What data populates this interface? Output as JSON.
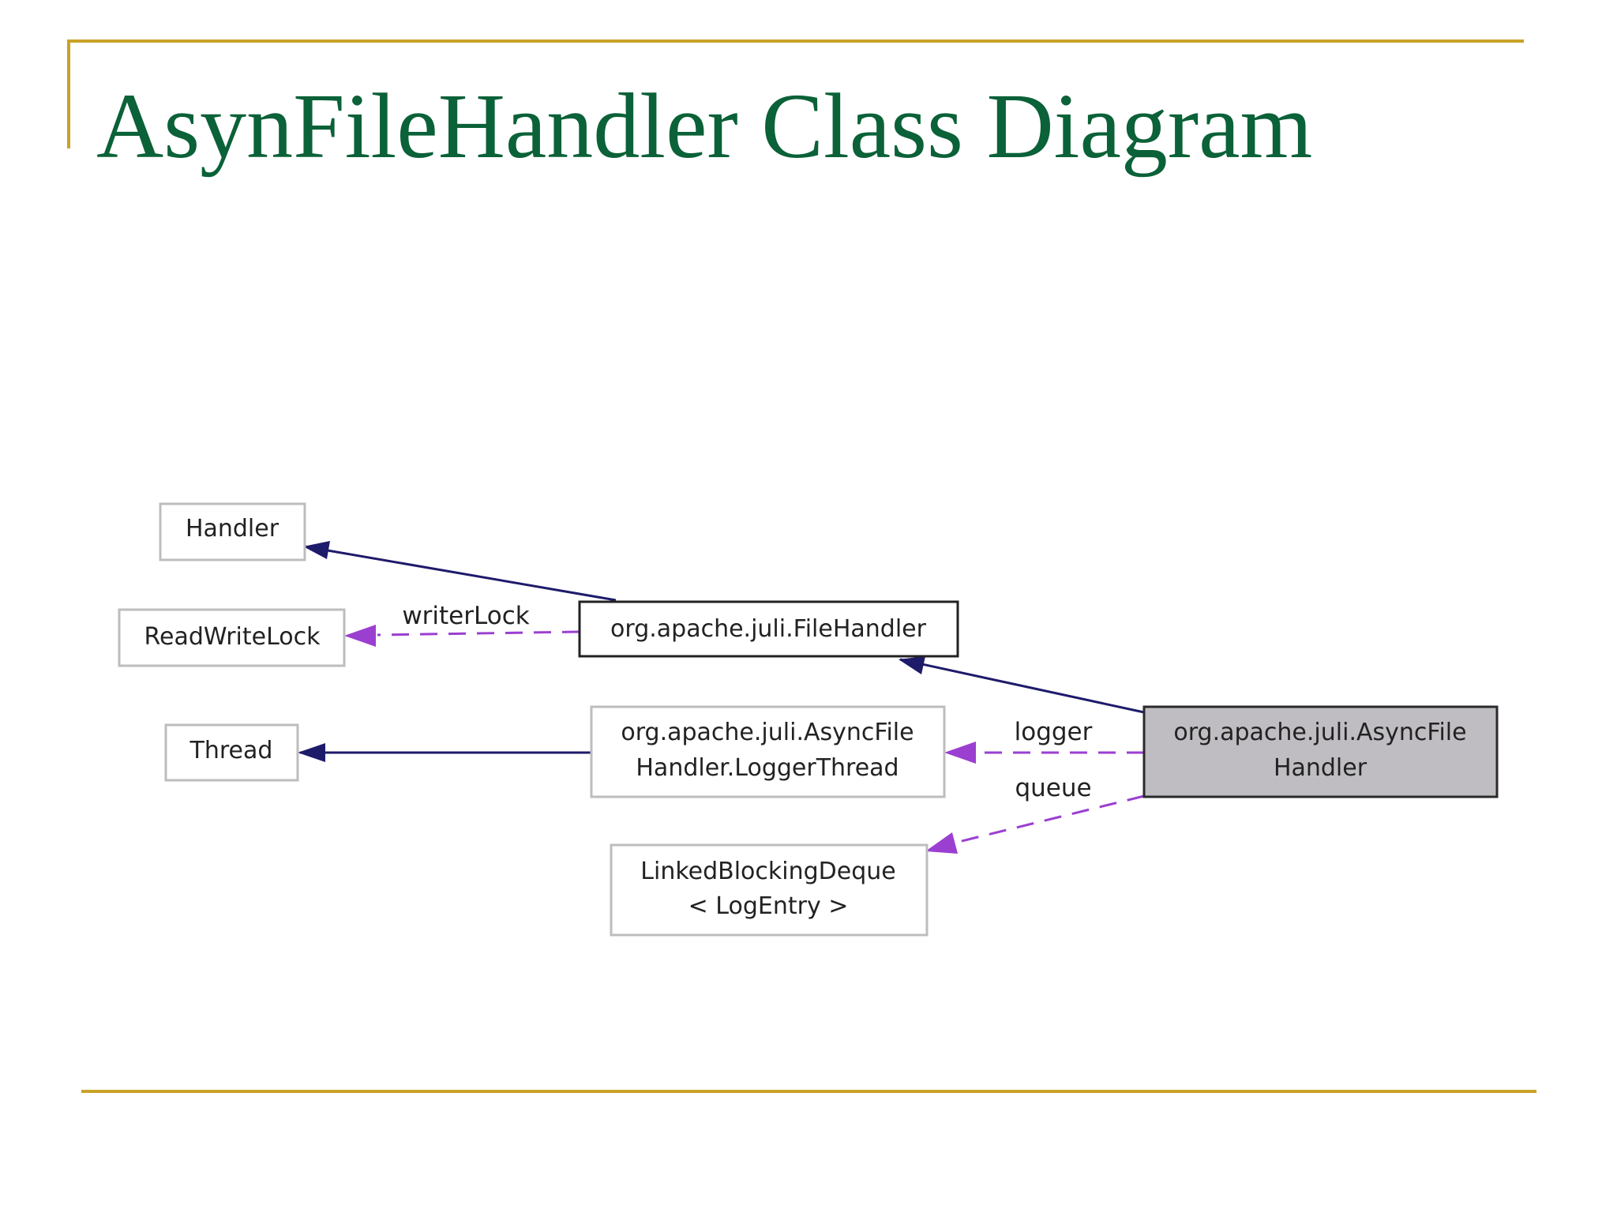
{
  "slide": {
    "title": "AsynFileHandler Class Diagram"
  },
  "colors": {
    "title": "#0b6138",
    "rule": "#c9a227",
    "inheritance_arrow": "#1e1b6b",
    "association_arrow": "#9b3fd1",
    "highlight_fill": "#bfbdc2"
  },
  "diagram": {
    "nodes": {
      "handler": {
        "line1": "Handler"
      },
      "readwritelock": {
        "line1": "ReadWriteLock"
      },
      "thread": {
        "line1": "Thread"
      },
      "filehandler": {
        "line1": "org.apache.juli.FileHandler"
      },
      "loggerthread": {
        "line1": "org.apache.juli.AsyncFile",
        "line2": "Handler.LoggerThread"
      },
      "asyncfilehandler": {
        "line1": "org.apache.juli.AsyncFile",
        "line2": "Handler"
      },
      "deque": {
        "line1": "LinkedBlockingDeque",
        "line2": "< LogEntry >"
      }
    },
    "edges": {
      "writerLock": "writerLock",
      "logger": "logger",
      "queue": "queue"
    }
  }
}
